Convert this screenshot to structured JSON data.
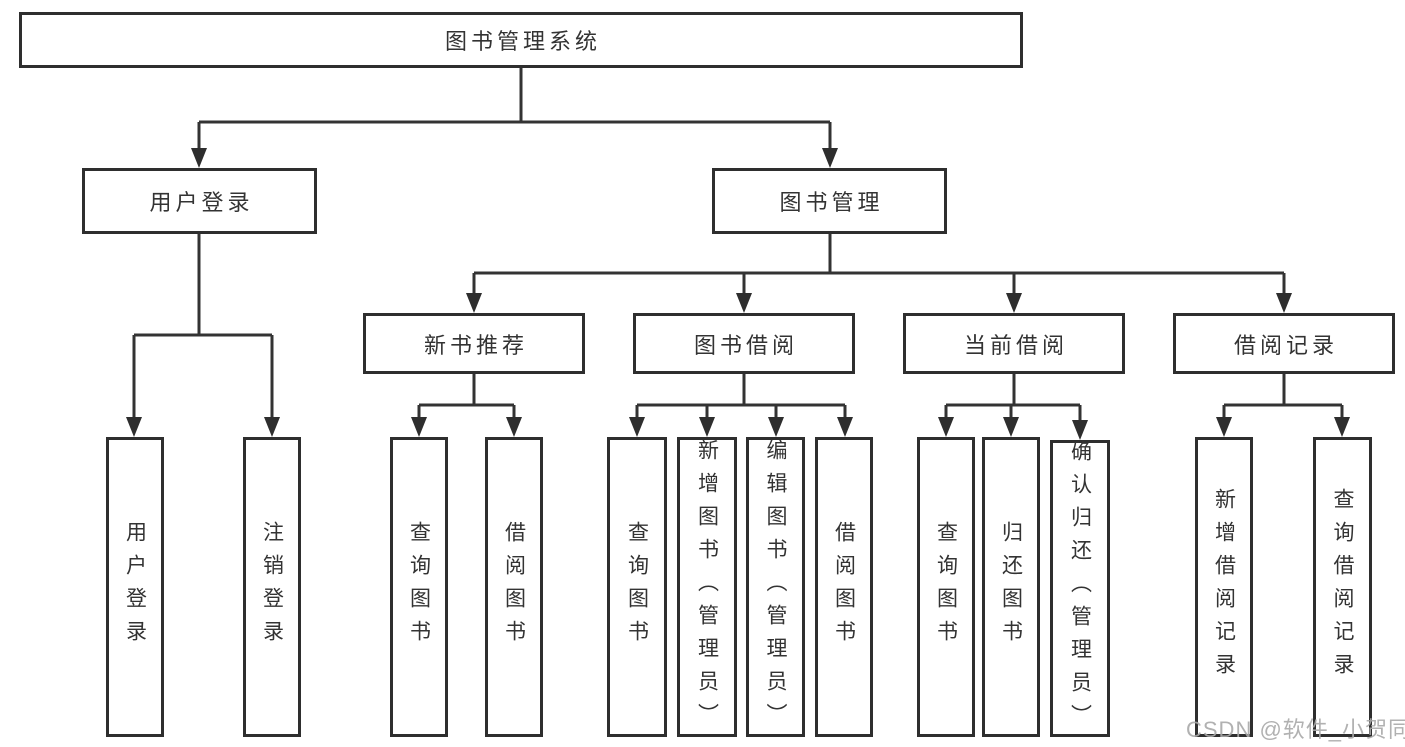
{
  "colors": {
    "background": "#ffffff",
    "line": "#333333",
    "box_border": "#2e2e2e",
    "text": "#333333",
    "watermark": "#a8a8a8"
  },
  "diagram": {
    "title": "图书管理系统",
    "branches": {
      "user_login": {
        "label": "用户登录",
        "children": [
          {
            "label": "用户登录"
          },
          {
            "label": "注销登录"
          }
        ]
      },
      "book_management": {
        "label": "图书管理",
        "sections": [
          {
            "label": "新书推荐",
            "children": [
              {
                "label": "查询图书"
              },
              {
                "label": "借阅图书"
              }
            ]
          },
          {
            "label": "图书借阅",
            "children": [
              {
                "label": "查询图书"
              },
              {
                "label": "新增图书（管理员）"
              },
              {
                "label": "编辑图书（管理员）"
              },
              {
                "label": "借阅图书"
              }
            ]
          },
          {
            "label": "当前借阅",
            "children": [
              {
                "label": "查询图书"
              },
              {
                "label": "归还图书"
              },
              {
                "label": "确认归还（管理员）"
              }
            ]
          },
          {
            "label": "借阅记录",
            "children": [
              {
                "label": "新增借阅记录"
              },
              {
                "label": "查询借阅记录"
              }
            ]
          }
        ]
      }
    }
  },
  "watermark": "CSDN @软件_小贺同学"
}
